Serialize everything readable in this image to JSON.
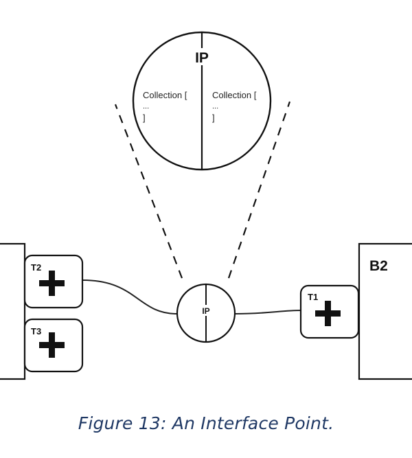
{
  "diagram": {
    "zoom_circle": {
      "title": "IP",
      "left": {
        "line1": "Collection [",
        "line2": "...",
        "line3": "]"
      },
      "right": {
        "line1": "Collection [",
        "line2": "...",
        "line3": "]"
      }
    },
    "small_ip": {
      "label": "IP"
    },
    "box_right": {
      "label": "B2"
    },
    "terminals": {
      "t1": "T1",
      "t2": "T2",
      "t3": "T3"
    }
  },
  "caption": "Figure 13: An Interface Point."
}
